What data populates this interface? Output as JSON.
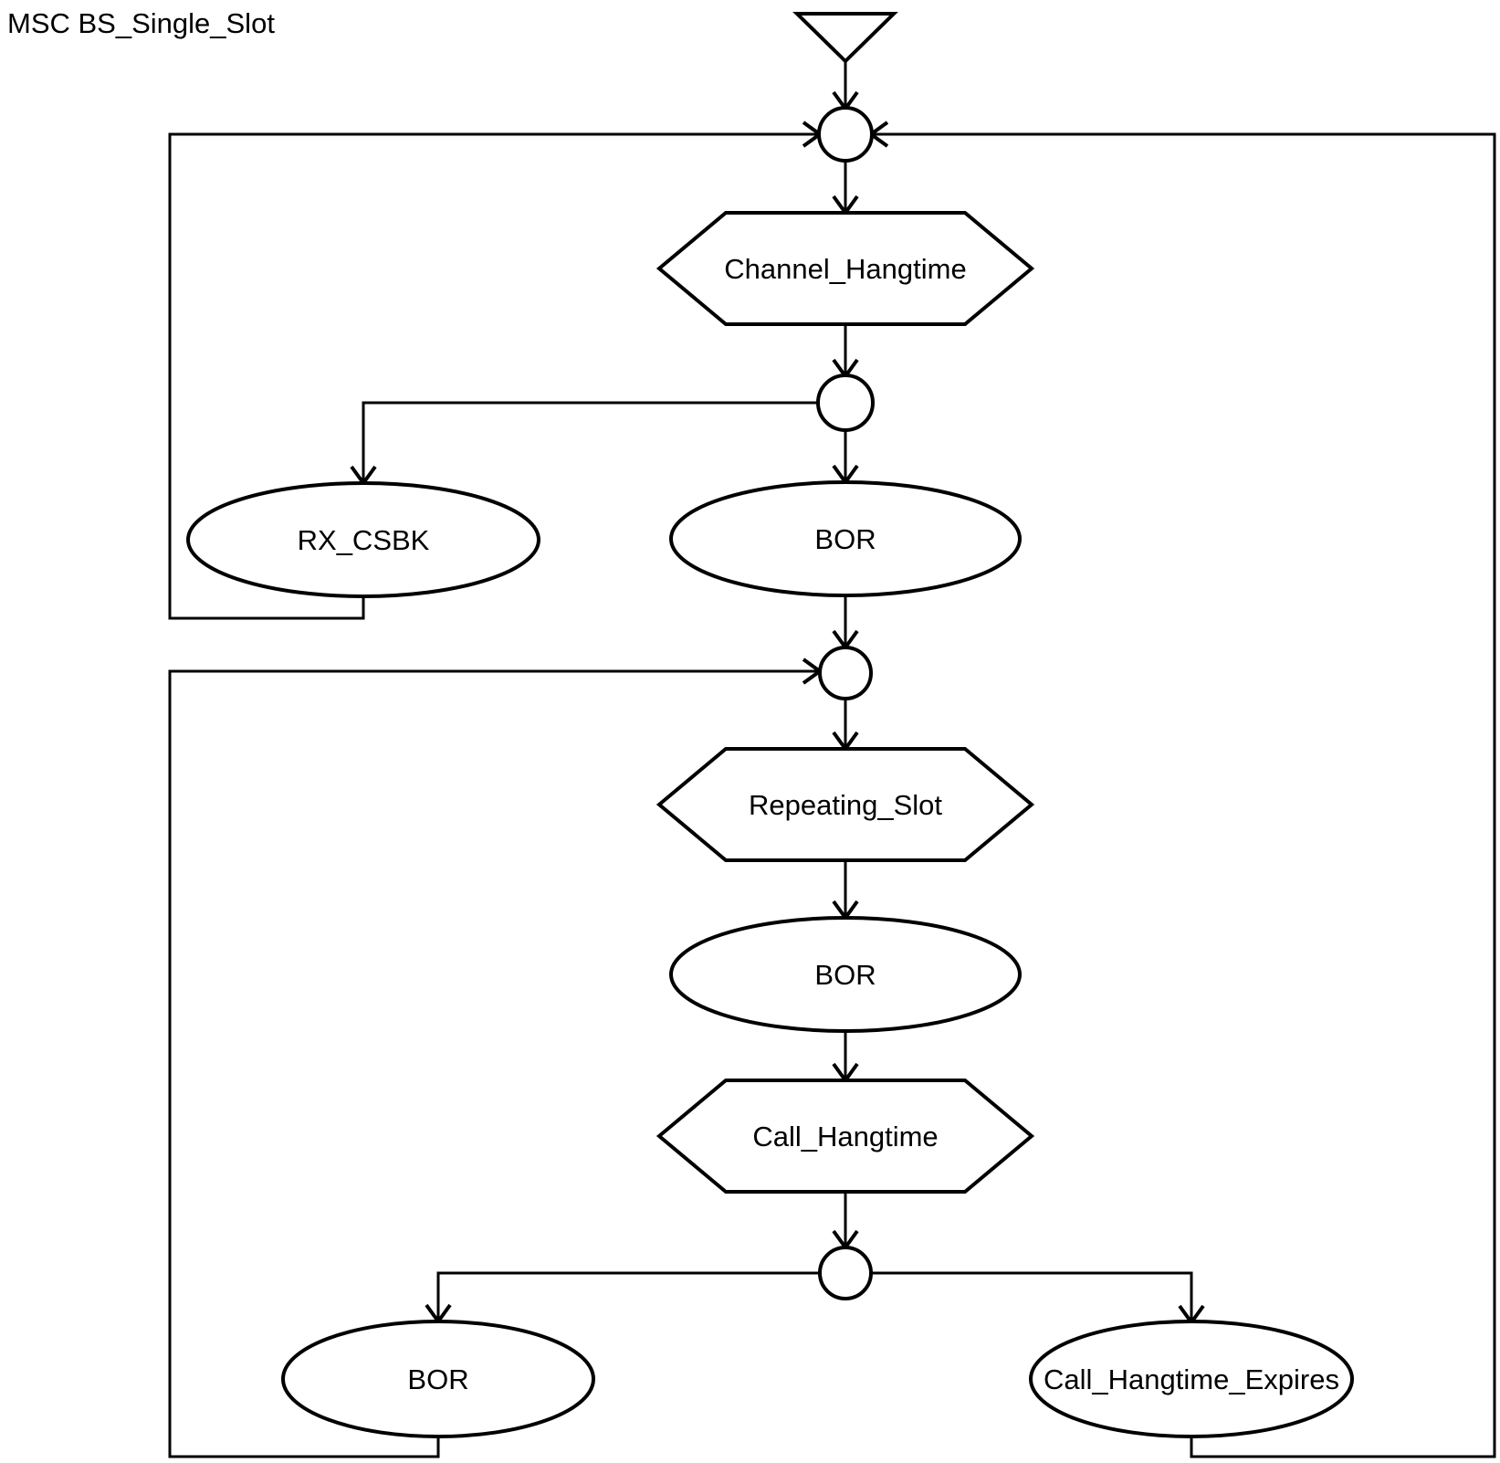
{
  "title": "MSC BS_Single_Slot",
  "colors": {
    "line": "#000000",
    "background": "#ffffff",
    "text": "#000000"
  },
  "nodes": {
    "start": {
      "type": "start-triangle",
      "label": ""
    },
    "channel_hangtime": {
      "type": "state-hexagon",
      "label": "Channel_Hangtime"
    },
    "rx_csbk": {
      "type": "event-ellipse",
      "label": "RX_CSBK"
    },
    "bor_top": {
      "type": "event-ellipse",
      "label": "BOR"
    },
    "repeating_slot": {
      "type": "state-hexagon",
      "label": "Repeating_Slot"
    },
    "bor_middle": {
      "type": "event-ellipse",
      "label": "BOR"
    },
    "call_hangtime": {
      "type": "state-hexagon",
      "label": "Call_Hangtime"
    },
    "bor_bottom": {
      "type": "event-ellipse",
      "label": "BOR"
    },
    "call_hangtime_expires": {
      "type": "event-ellipse",
      "label": "Call_Hangtime_Expires"
    }
  }
}
